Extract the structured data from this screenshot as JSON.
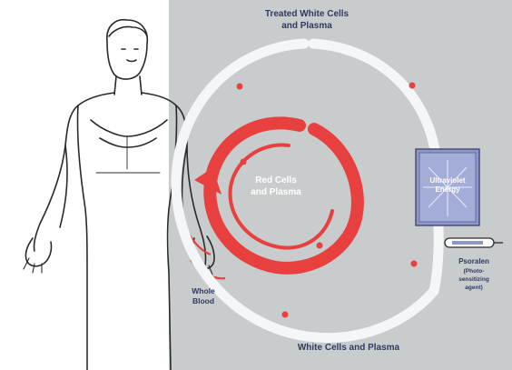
{
  "labels": {
    "treated": [
      "Treated White Cells",
      "and Plasma"
    ],
    "red_cells": [
      "Red Cells",
      "and Plasma"
    ],
    "white_cells": "White Cells and Plasma",
    "whole_blood": [
      "Whole",
      "Blood"
    ],
    "device": [
      "Ultraviolet",
      "Energy"
    ],
    "psoralen": [
      "Psoralen",
      "(Photo-",
      "sensitizing",
      "agent)"
    ]
  },
  "colors": {
    "panel": "#c9cccd",
    "red_loop": "#e8403f",
    "white_loop": "#f4f6f7",
    "device": "#8d97cc",
    "label": "#2f3a5e"
  }
}
